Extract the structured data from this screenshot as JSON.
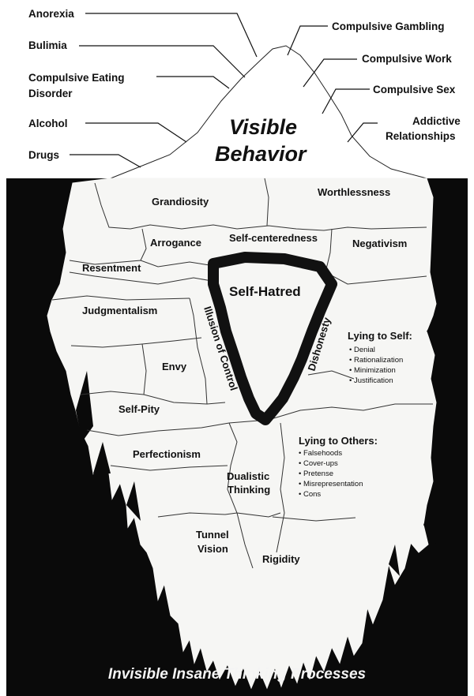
{
  "visible": {
    "title_line1": "Visible",
    "title_line2": "Behavior",
    "left_labels": [
      "Anorexia",
      "Bulimia",
      "Compulsive Eating",
      "Disorder",
      "Alcohol",
      "Drugs"
    ],
    "right_labels": [
      "Compulsive Gambling",
      "Compulsive Work",
      "Compulsive Sex",
      "Addictive",
      "Relationships"
    ]
  },
  "hidden": {
    "cells": {
      "grandiosity": "Grandiosity",
      "worthlessness": "Worthlessness",
      "arrogance": "Arrogance",
      "self_centeredness": "Self-centeredness",
      "negativism": "Negativism",
      "resentment": "Resentment",
      "judgmentalism": "Judgmentalism",
      "envy": "Envy",
      "self_pity": "Self-Pity",
      "perfectionism": "Perfectionism",
      "dualistic_1": "Dualistic",
      "dualistic_2": "Thinking",
      "tunnel_1": "Tunnel",
      "tunnel_2": "Vision",
      "rigidity": "Rigidity"
    },
    "core": {
      "self_hatred": "Self-Hatred",
      "illusion_of_control": "Illusion of Control",
      "dishonesty": "Dishonesty"
    },
    "lying_to_self": {
      "heading": "Lying to Self:",
      "items": [
        "• Denial",
        "• Rationalization",
        "• Minimization",
        "• Justification"
      ]
    },
    "lying_to_others": {
      "heading": "Lying to Others:",
      "items": [
        "• Falsehoods",
        "• Cover-ups",
        "• Pretense",
        "• Misrepresentation",
        "• Cons"
      ]
    }
  },
  "footer": "Invisible Insane Thinking Processes",
  "colors": {
    "ink": "#111111",
    "ice": "#f6f6f4",
    "water": "#0a0a0a"
  }
}
